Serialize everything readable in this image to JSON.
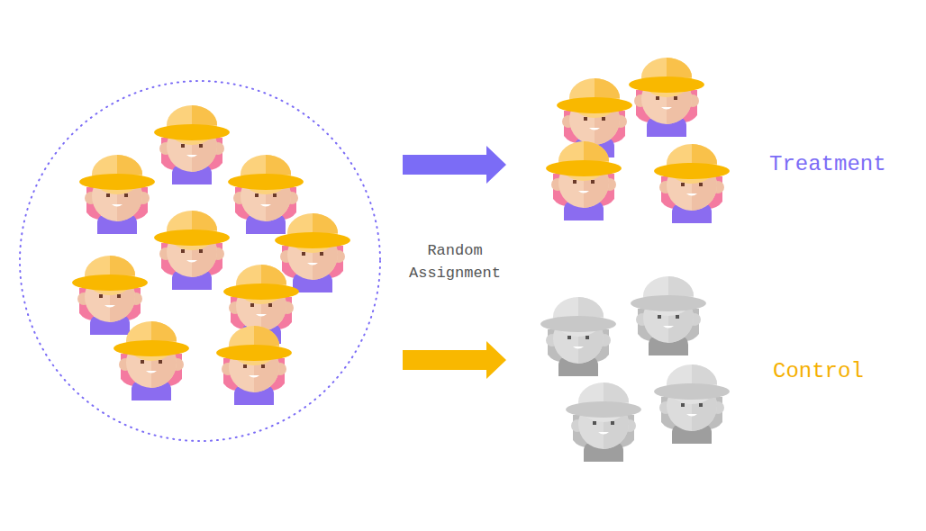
{
  "diagram": {
    "labels": [
      "Random Assignment",
      "Treatment",
      "Control"
    ]
  }
}
